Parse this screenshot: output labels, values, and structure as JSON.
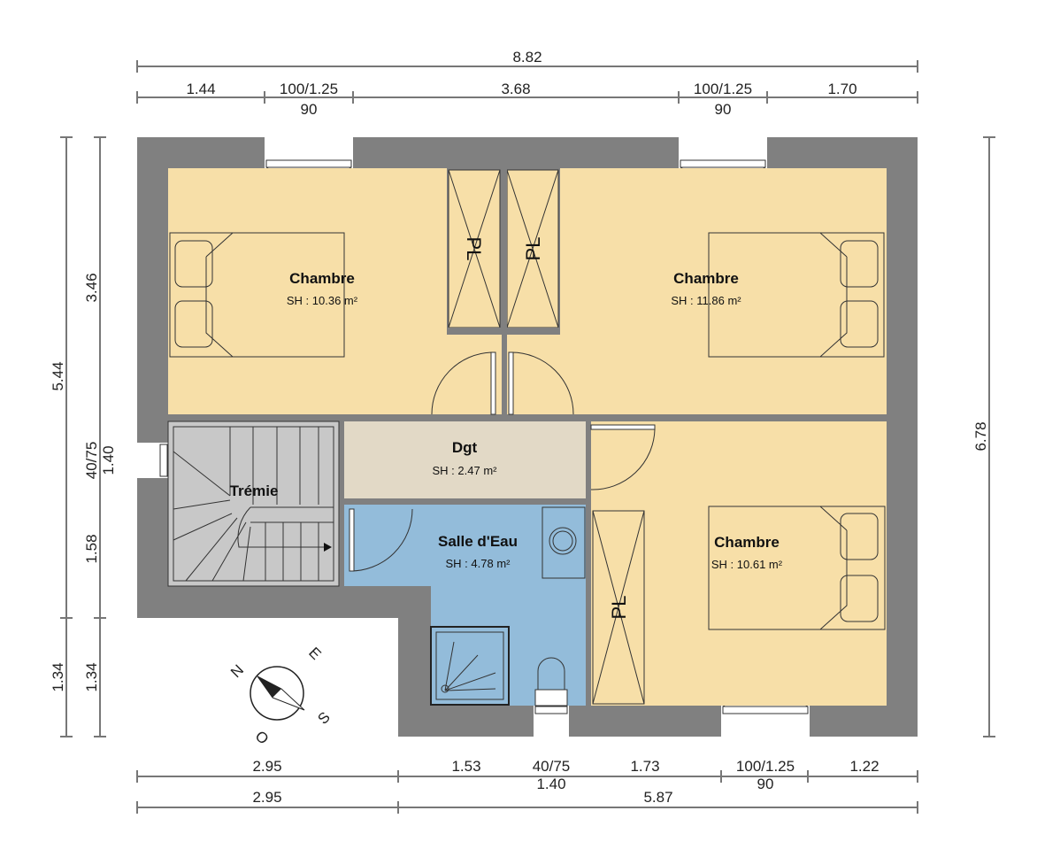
{
  "dimensions": {
    "top_total": "8.82",
    "top": [
      "1.44",
      "100/1.25",
      "3.68",
      "100/1.25",
      "1.70"
    ],
    "top_sub": [
      "90",
      "90"
    ],
    "left_outer": [
      "5.44",
      "1.34"
    ],
    "left_inner": [
      "3.46",
      "40/75",
      "1.40",
      "1.58",
      "1.34"
    ],
    "right": "6.78",
    "bottom": [
      "2.95",
      "1.53",
      "40/75",
      "1.73",
      "100/1.25",
      "1.22"
    ],
    "bottom_sub": [
      "1.40",
      "90"
    ],
    "bottom_total": [
      "2.95",
      "5.87"
    ]
  },
  "rooms": [
    {
      "name": "Chambre",
      "area": "SH : 10.36 m²"
    },
    {
      "name": "Chambre",
      "area": "SH : 11.86 m²"
    },
    {
      "name": "Dgt",
      "area": "SH : 2.47 m²"
    },
    {
      "name": "Salle d'Eau",
      "area": "SH : 4.78 m²"
    },
    {
      "name": "Chambre",
      "area": "SH : 10.61 m²"
    },
    {
      "name": "Trémie"
    }
  ],
  "closet_label": "PL",
  "compass": [
    "N",
    "E",
    "S",
    "O"
  ],
  "colors": {
    "wall": "#808080",
    "bedroom": "#f7dfa8",
    "hall": "#e2d9c6",
    "bath": "#93bcda",
    "stairs": "#c8c8c8"
  }
}
